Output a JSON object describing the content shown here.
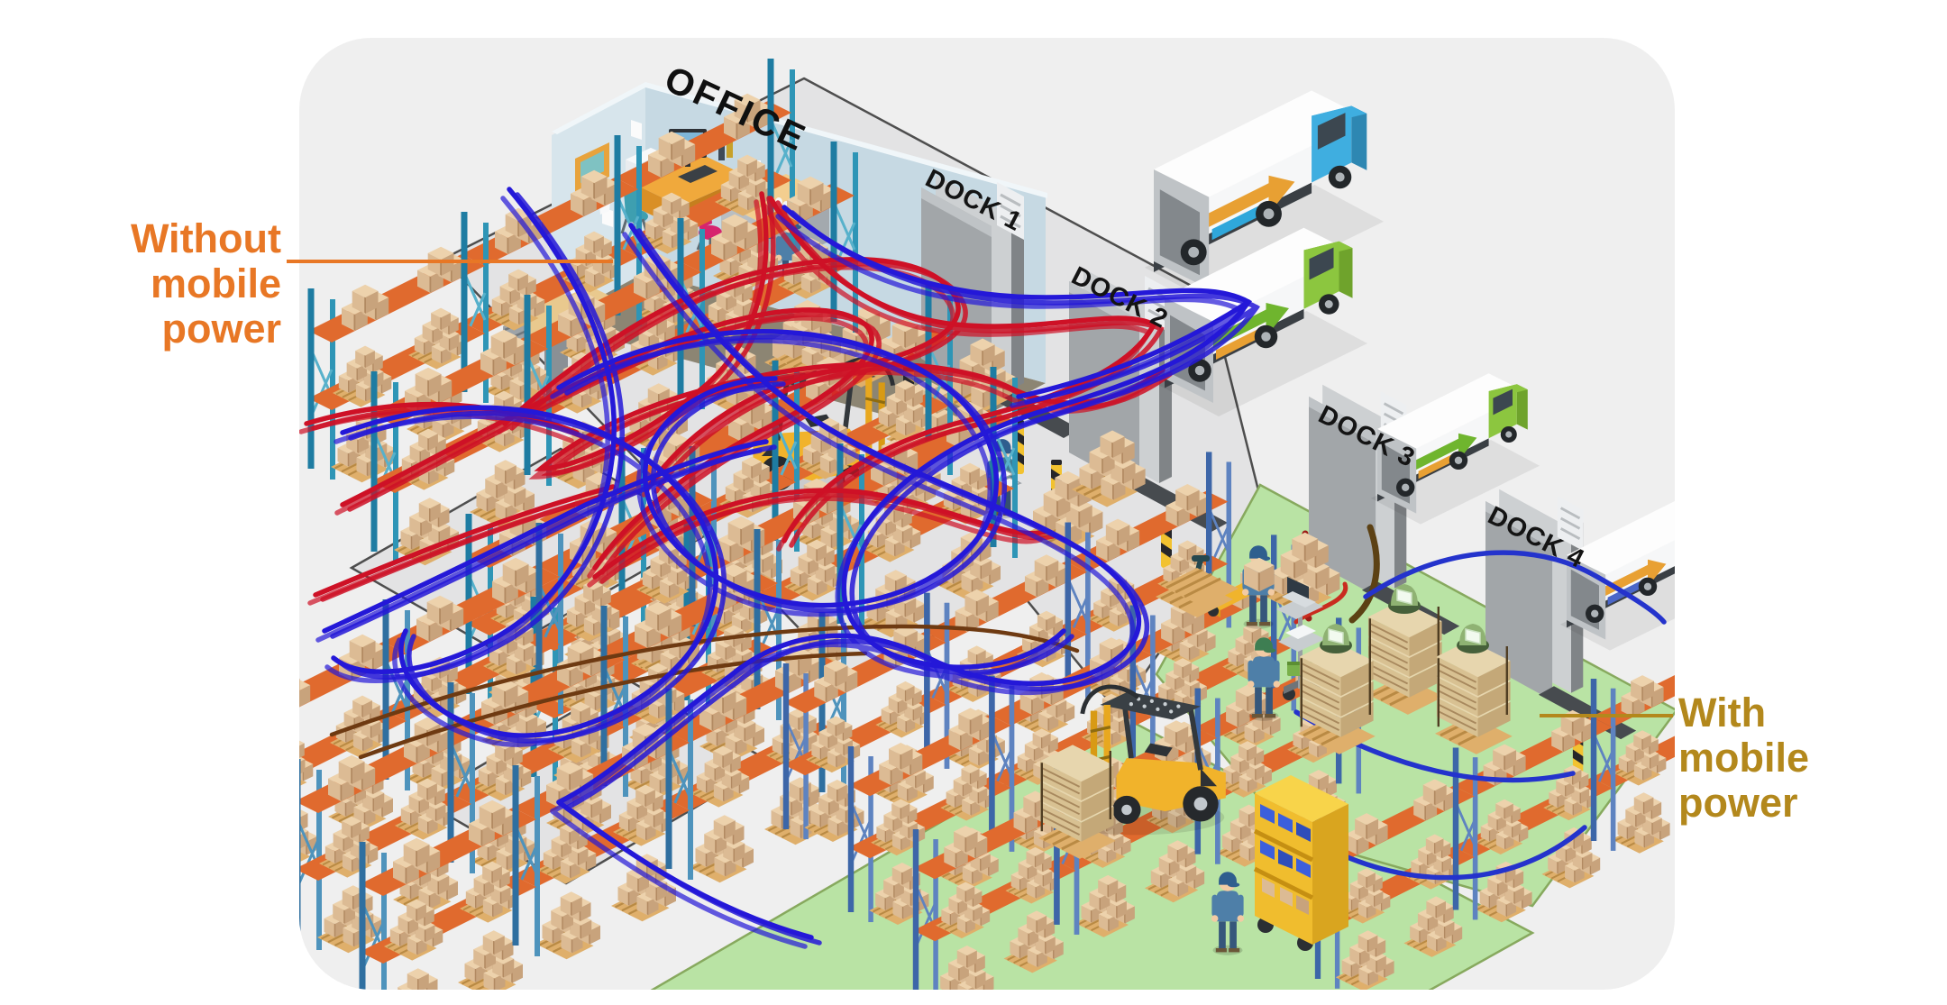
{
  "labels": {
    "without": {
      "text": "Without mobile power",
      "color": "#E87725"
    },
    "with": {
      "text": "With mobile power",
      "color": "#B3881C"
    }
  },
  "office": {
    "label": "OFFICE"
  },
  "docks": [
    {
      "label": "DOCK 1"
    },
    {
      "label": "DOCK 2"
    },
    {
      "label": "DOCK 3"
    },
    {
      "label": "DOCK 4"
    }
  ],
  "palette": {
    "canvas_bg": "#EFEFEF",
    "floor_gray": "#E3E3E4",
    "floor_outline": "#4E4E4E",
    "zone_green": "#B9E3A4",
    "zone_green_outline": "#87A95E",
    "office_wall_left": "#D7E5EC",
    "office_wall_right": "#C6D9E3",
    "office_floor": "#8C8573",
    "tangled_path_red": "#CE1126",
    "tangled_path_blue": "#2418D8",
    "efficient_path_blue": "#2433CC",
    "rack_post_teal": "#1E7CA2",
    "rack_post_blue": "#3D66A8",
    "rack_beam_orange": "#E06A2E",
    "box_tan": "#DCBB94",
    "truck_cab_blue": "#3FAEE0",
    "truck_cab_green": "#8CC63F",
    "forklift_yellow": "#F1B32B",
    "dock_door_gray": "#A2A6A9",
    "bollard_yellow": "#F2C230"
  },
  "icons": [
    "office-room",
    "dock-door",
    "box-truck",
    "pallet-rack",
    "forklift",
    "pallet-stack",
    "warehouse-worker",
    "mobile-power-cart",
    "pallet-jack",
    "bin-cart",
    "signal-lamp",
    "safety-bollard",
    "tangled-travel-path",
    "smooth-travel-path",
    "pallet-truck-arrow-decal"
  ]
}
